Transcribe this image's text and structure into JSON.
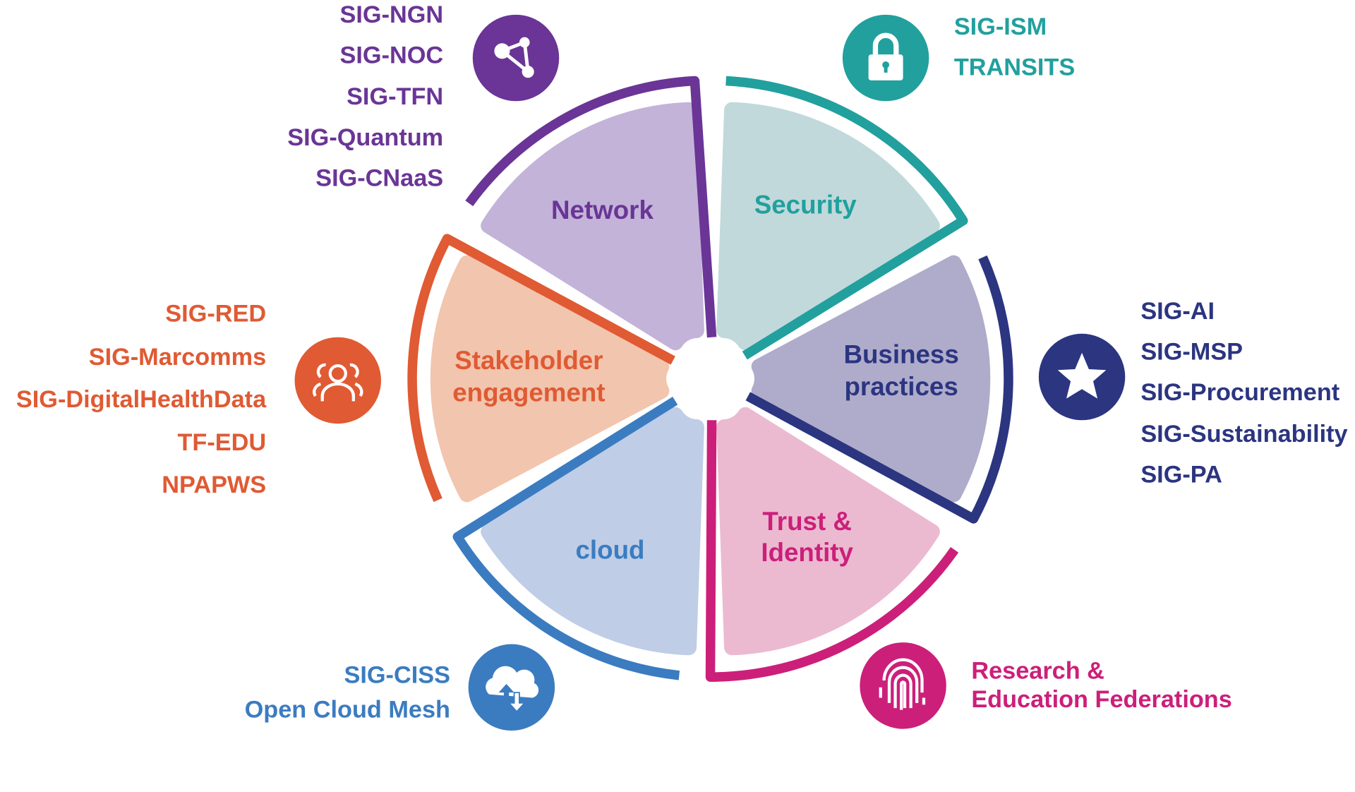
{
  "sections": [
    {
      "id": "network",
      "label": [
        "Network"
      ],
      "color": "#6a3596",
      "fill": "#c3b3d9",
      "icon": "network-nodes-icon",
      "groups": [
        "SIG-NGN",
        "SIG-NOC",
        "SIG-TFN",
        "SIG-Quantum",
        "SIG-CNaaS"
      ]
    },
    {
      "id": "security",
      "label": [
        "Security"
      ],
      "color": "#21a09e",
      "fill": "#c1d9db",
      "icon": "padlock-icon",
      "groups": [
        "SIG-ISM",
        "TRANSITS"
      ]
    },
    {
      "id": "business",
      "label": [
        "Business",
        "practices"
      ],
      "color": "#2b3580",
      "fill": "#afabca",
      "icon": "star-icon",
      "groups": [
        "SIG-AI",
        "SIG-MSP",
        "SIG-Procurement",
        "SIG-Sustainability",
        "SIG-PA"
      ]
    },
    {
      "id": "trust",
      "label": [
        "Trust &",
        "Identity"
      ],
      "color": "#cc1f7a",
      "fill": "#ebbad0",
      "icon": "fingerprint-icon",
      "groups": [
        "Research &",
        "Education Federations"
      ]
    },
    {
      "id": "cloud",
      "label": [
        "cloud"
      ],
      "color": "#3b7cc0",
      "fill": "#bfcde7",
      "icon": "cloud-upload-download-icon",
      "groups": [
        "SIG-CISS",
        "Open Cloud Mesh"
      ]
    },
    {
      "id": "stakeholder",
      "label": [
        "Stakeholder",
        "engagement"
      ],
      "color": "#e05a33",
      "fill": "#f2c5ae",
      "icon": "people-group-icon",
      "groups": [
        "SIG-RED",
        "SIG-Marcomms",
        "SIG-DigitalHealthData",
        "TF-EDU",
        "NPAPWS"
      ]
    }
  ]
}
